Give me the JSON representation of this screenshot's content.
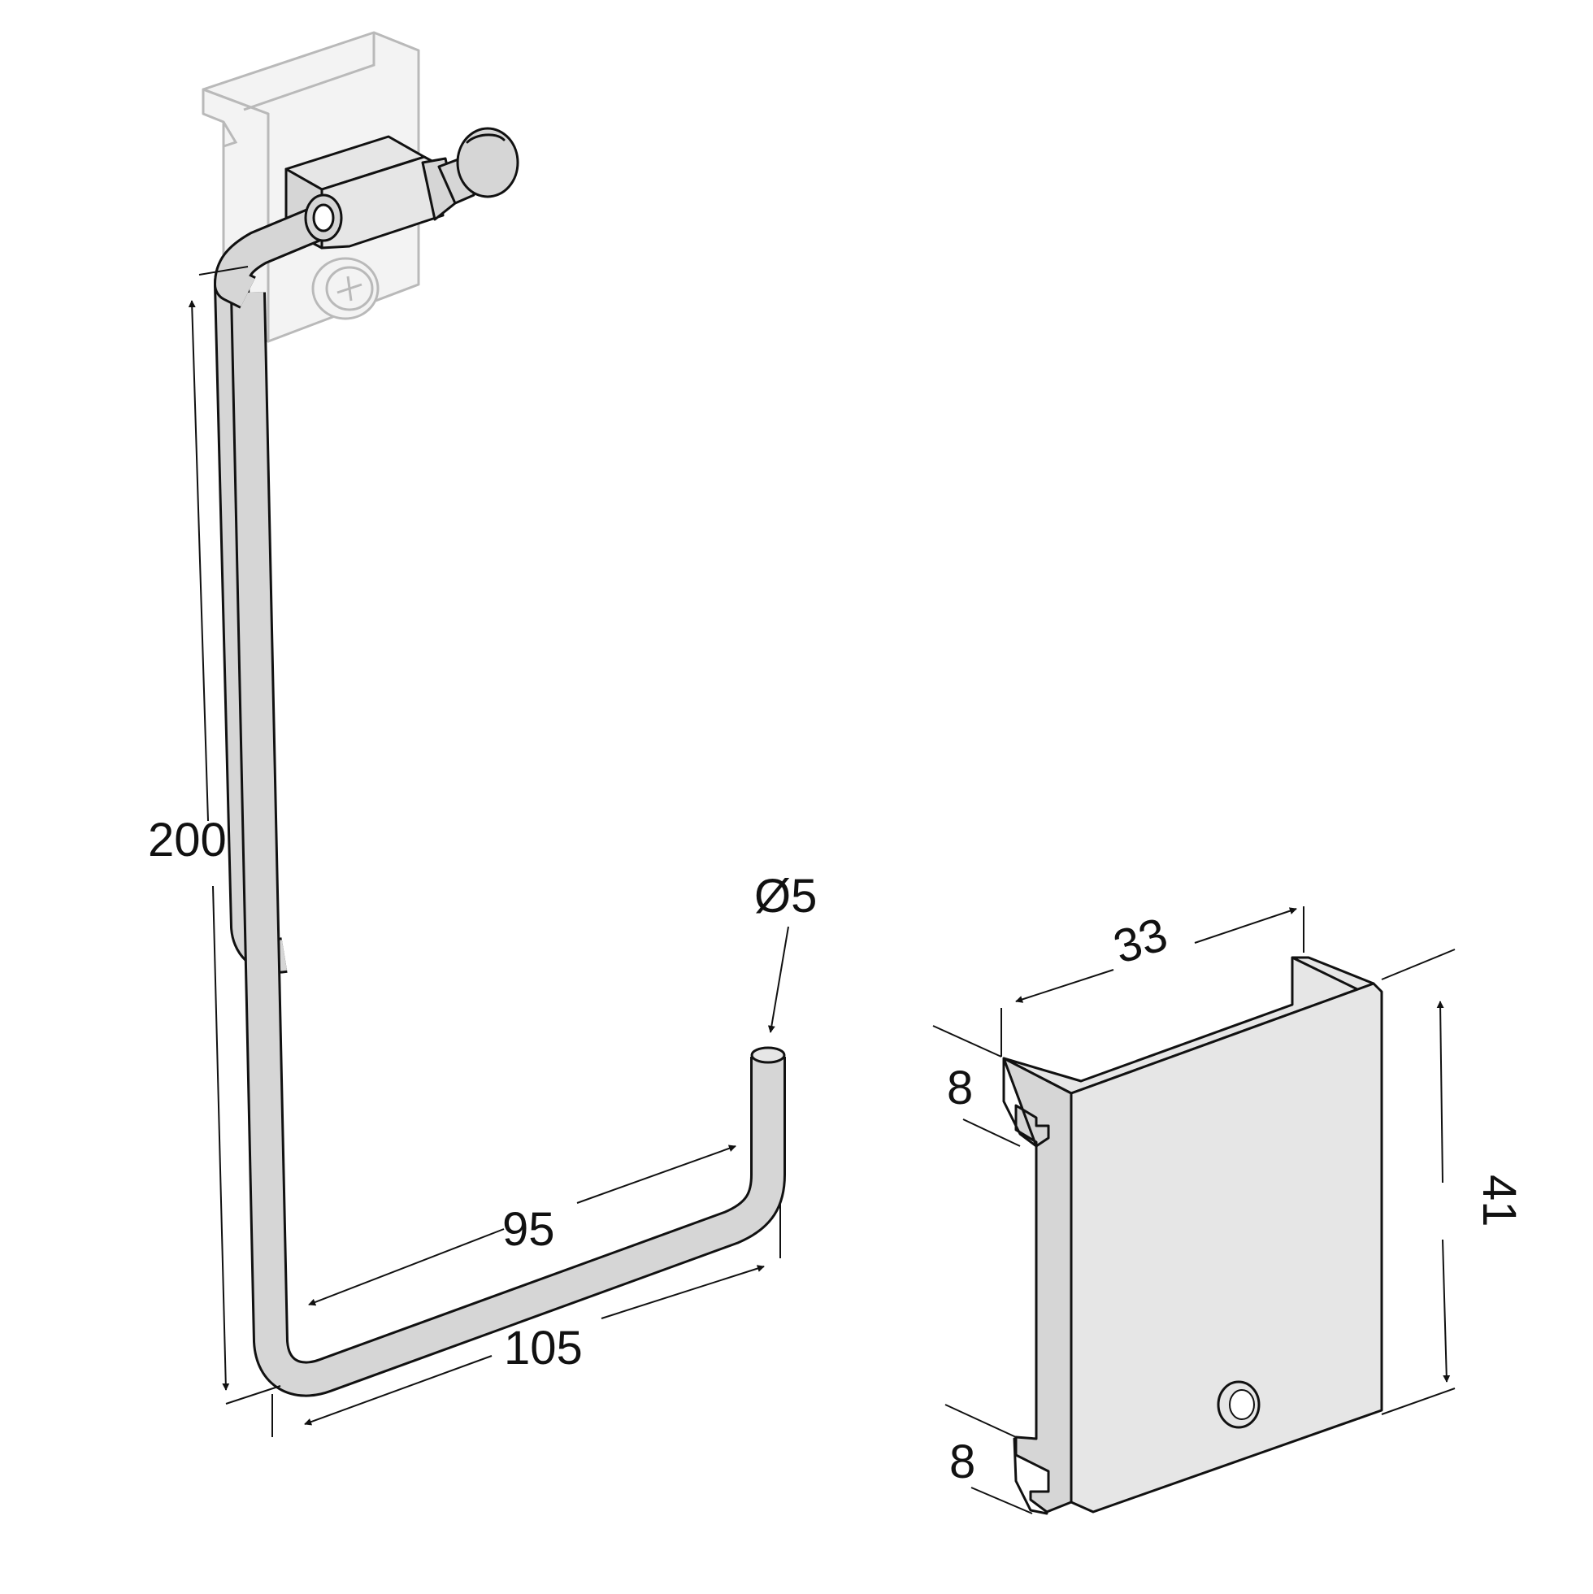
{
  "diagram": {
    "dimensions": {
      "height": "200",
      "inner_width": "95",
      "outer_width": "105",
      "diameter": "Ø5",
      "bracket_width": "33",
      "bracket_height": "41",
      "hook_top": "8",
      "hook_bottom": "8"
    },
    "colors": {
      "ink": "#111111",
      "rod_fill": "#d6d6d6",
      "ghost_stroke": "#b9b9b9",
      "background": "#ffffff"
    }
  }
}
